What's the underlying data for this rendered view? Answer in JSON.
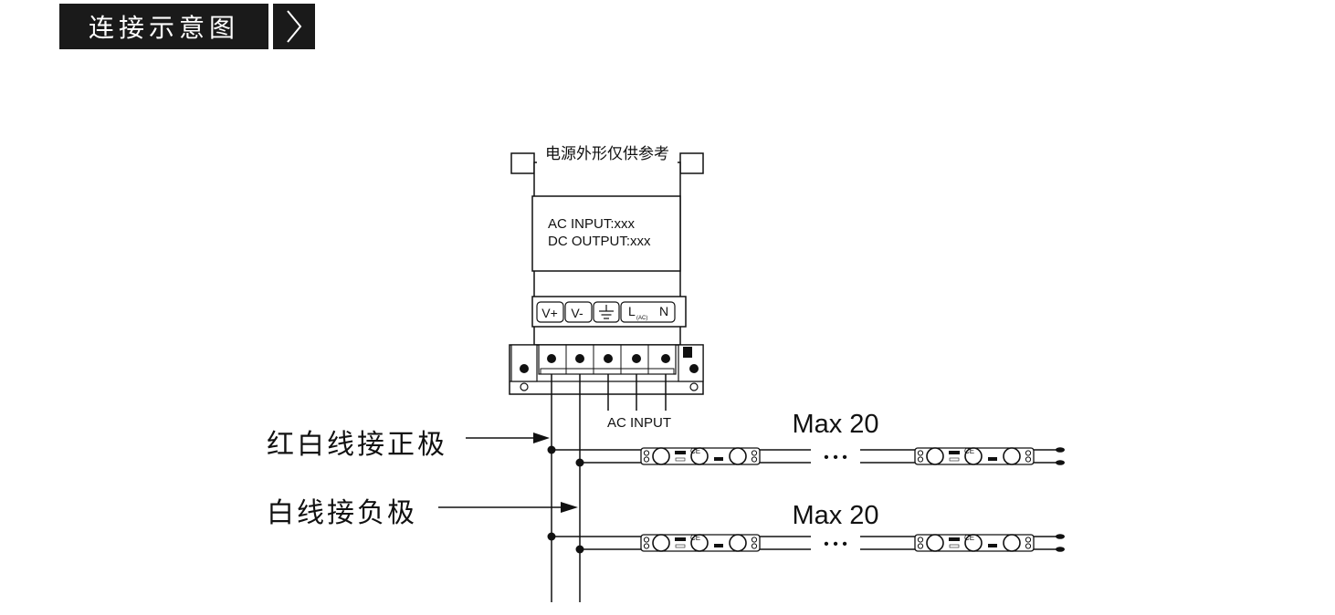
{
  "header": {
    "title": "连接示意图",
    "arrow_icon": "chevron-right-icon"
  },
  "power_supply": {
    "caption": "电源外形仅供参考",
    "display_lines": [
      "AC INPUT:xxx",
      "DC OUTPUT:xxx"
    ],
    "terminal_labels": {
      "vplus": "V+",
      "vminus": "V-",
      "ground_icon": "ground-icon",
      "live": "L",
      "live_sub": "(AC)",
      "neutral": "N"
    },
    "ac_input_label": "AC INPUT"
  },
  "wiring": {
    "positive_label": "红白线接正极",
    "negative_label": "白线接负极"
  },
  "strings": [
    {
      "max_label": "Max 20",
      "ellipsis": "• • •"
    },
    {
      "max_label": "Max 20",
      "ellipsis": "• • •"
    }
  ],
  "module_marks": {
    "ce": "CE"
  },
  "colors": {
    "header_bg": "#1a1a1a",
    "line": "#111111"
  }
}
